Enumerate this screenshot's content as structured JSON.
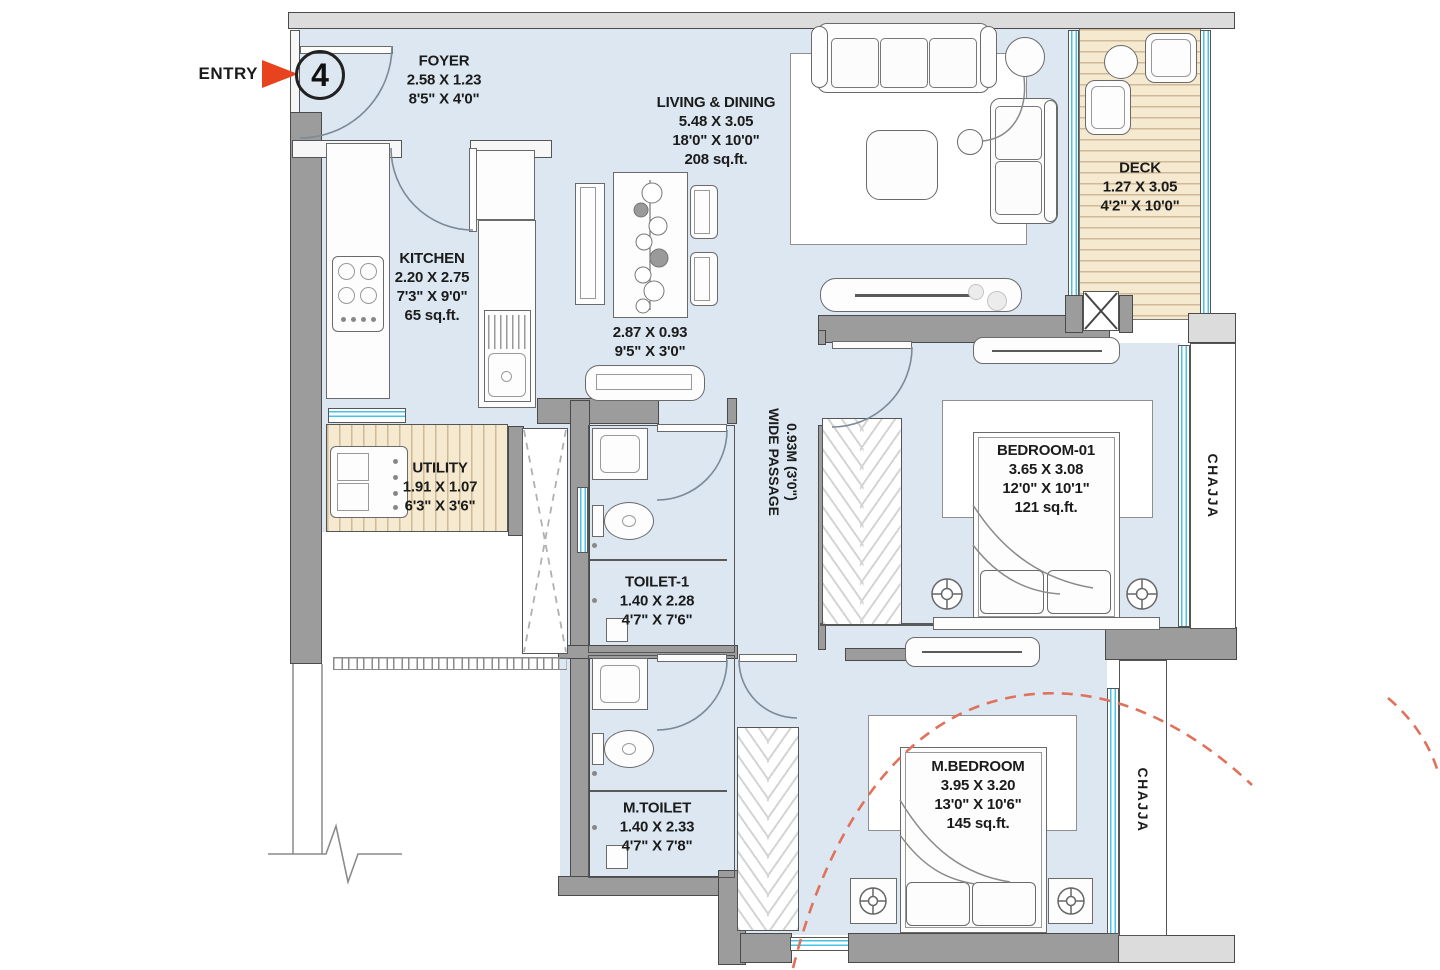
{
  "colors": {
    "floor": "#dce7f1",
    "wall": "#9c9c9c",
    "wall_light": "#dcdcdc",
    "outline": "#4a4a4a",
    "deck": "#f5e9d0",
    "deck_stripe": "#cfb997",
    "window": "#45c2e4",
    "entry_red": "#e8431f",
    "swing_red": "#e0715a",
    "text": "#1b1b1b"
  },
  "entry": {
    "label": "ENTRY",
    "badge": "4"
  },
  "rooms": {
    "foyer": {
      "name": "FOYER",
      "dim_m": "2.58 X 1.23",
      "dim_ft": "8'5\" X 4'0\""
    },
    "living_dining": {
      "name": "LIVING & DINING",
      "dim_m": "5.48 X 3.05",
      "dim_ft": "18'0\" X 10'0\"",
      "area": "208 sq.ft."
    },
    "deck": {
      "name": "DECK",
      "dim_m": "1.27 X 3.05",
      "dim_ft": "4'2\" X 10'0\""
    },
    "kitchen": {
      "name": "KITCHEN",
      "dim_m": "2.20 X 2.75",
      "dim_ft": "7'3\" X 9'0\"",
      "area": "65 sq.ft."
    },
    "dining_table": {
      "dim_m": "2.87 X 0.93",
      "dim_ft": "9'5\" X 3'0\""
    },
    "utility": {
      "name": "UTILITY",
      "dim_m": "1.91 X 1.07",
      "dim_ft": "6'3\" X 3'6\""
    },
    "passage": {
      "line1": "0.93M (3'0\")",
      "line2": "WIDE PASSAGE"
    },
    "toilet1": {
      "name": "TOILET-1",
      "dim_m": "1.40 X 2.28",
      "dim_ft": "4'7\" X 7'6\""
    },
    "m_toilet": {
      "name": "M.TOILET",
      "dim_m": "1.40 X 2.33",
      "dim_ft": "4'7\" X 7'8\""
    },
    "bedroom01": {
      "name": "BEDROOM-01",
      "dim_m": "3.65 X 3.08",
      "dim_ft": "12'0\" X 10'1\"",
      "area": "121 sq.ft."
    },
    "m_bedroom": {
      "name": "M.BEDROOM",
      "dim_m": "3.95 X 3.20",
      "dim_ft": "13'0\" X 10'6\"",
      "area": "145 sq.ft."
    },
    "chajja_upper": {
      "name": "CHAJJA"
    },
    "chajja_lower": {
      "name": "CHAJJA"
    }
  }
}
